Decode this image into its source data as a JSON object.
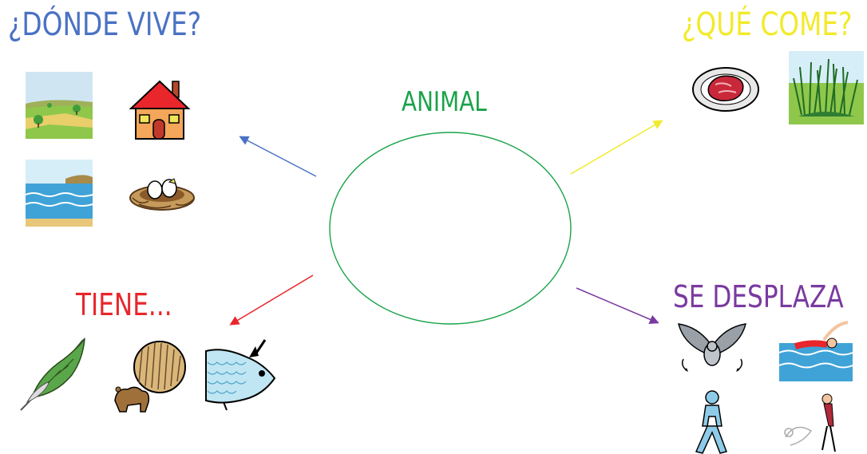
{
  "titles": {
    "center": "ANIMAL",
    "where": "¿DÓNDE VIVE?",
    "eats": "¿QUÉ COME?",
    "has": "TIENE...",
    "moves": "SE DESPLAZA"
  },
  "colors": {
    "center": "#1aa34a",
    "where": "#4a72c4",
    "eats": "#f2ea2a",
    "has": "#e8262b",
    "moves": "#7a3aa0"
  },
  "icons": {
    "where": [
      "countryside-icon",
      "house-icon",
      "sea-icon",
      "nest-icon"
    ],
    "eats": [
      "meat-icon",
      "grass-icon"
    ],
    "has": [
      "feather-icon",
      "fur-icon",
      "scales-icon"
    ],
    "moves": [
      "fly-icon",
      "swim-icon",
      "walk-icon",
      "jump-icon"
    ]
  }
}
